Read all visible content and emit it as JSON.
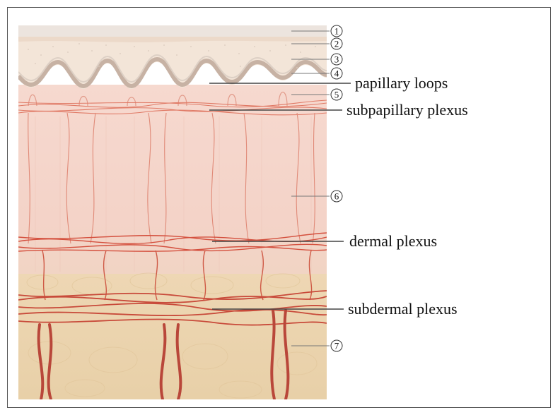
{
  "diagram": {
    "markers": [
      {
        "id": "1"
      },
      {
        "id": "2"
      },
      {
        "id": "3"
      },
      {
        "id": "4"
      },
      {
        "id": "5"
      },
      {
        "id": "6"
      },
      {
        "id": "7"
      }
    ],
    "labels": {
      "papillary_loops": "papillary loops",
      "subpapillary_plexus": "subpapillary plexus",
      "dermal_plexus": "dermal plexus",
      "subdermal_plexus": "subdermal plexus"
    },
    "colors": {
      "stratum_corneum": "#ece3dc",
      "epidermis": "#f3e4d6",
      "basal_layer": "#c9b4a6",
      "dermis": "#f5d6cc",
      "subcutis": "#ecd6b0",
      "vessel": "#c8503e",
      "leader_line": "#444444"
    }
  }
}
